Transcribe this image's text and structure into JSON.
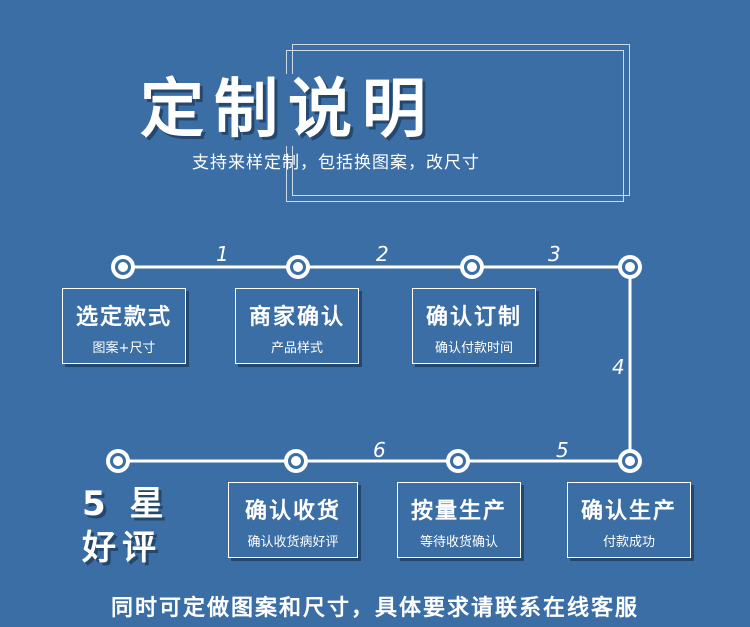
{
  "header": {
    "title": "定制说明",
    "subtitle": "支持来样定制，包括换图案，改尺寸"
  },
  "steps": {
    "numbers": [
      "1",
      "2",
      "3",
      "4",
      "5",
      "6"
    ],
    "items": [
      {
        "main": "选定款式",
        "sub": "图案+尺寸"
      },
      {
        "main": "商家确认",
        "sub": "产品样式"
      },
      {
        "main": "确认订制",
        "sub": "确认付款时间"
      },
      {
        "main": "确认生产",
        "sub": "付款成功"
      },
      {
        "main": "按量生产",
        "sub": "等待收货确认"
      },
      {
        "main": "确认收货",
        "sub": "确认收货病好评"
      }
    ],
    "rating": {
      "line1": "5 星",
      "line2": "好评"
    }
  },
  "footer": {
    "text": "同时可定做图案和尺寸，具体要求请联系在线客服"
  },
  "colors": {
    "background": "#3a6ea5",
    "foreground": "#ffffff"
  }
}
